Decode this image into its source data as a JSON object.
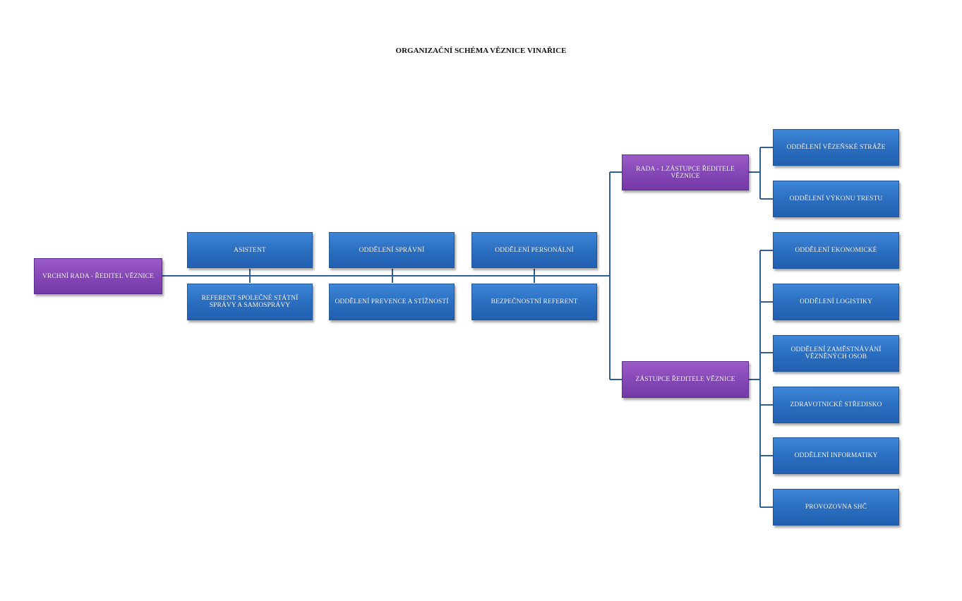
{
  "title": "ORGANIZAČNÍ SCHÉMA VĚZNICE VINAŘICE",
  "colors": {
    "line": "#2f5f96",
    "blue_box": "#2b6fc0",
    "purple_box": "#8548b6"
  },
  "nodes": {
    "director": "VRCHNÍ RADA - ŘEDITEL VĚZNICE",
    "asistent": "ASISTENT",
    "referent_spolecne": "REFERENT SPOLEČNÉ STÁTNÍ SPRÁVY A SAMOSPRÁVY",
    "oddeleni_spravni": "ODDĚLENÍ SPRÁVNÍ",
    "oddeleni_prevence": "ODDĚLENÍ PREVENCE A STÍŽNOSTÍ",
    "oddeleni_personalni": "ODDĚLENÍ PERSONÁLNÍ",
    "bezpecnostni_referent": "BEZPEČNOSTNÍ REFERENT",
    "first_deputy": "RADA - 1.ZÁSTUPCE ŘEDITELE VĚZNICE",
    "oddeleni_straze": "ODDĚLENÍ VĚZEŇSKÉ STRÁŽE",
    "oddeleni_vykonu": "ODDĚLENÍ VÝKONU TRESTU",
    "deputy": "ZÁSTUPCE ŘEDITELE VĚZNICE",
    "oddeleni_ekonomicke": "ODDĚLENÍ EKONOMICKÉ",
    "oddeleni_logistiky": "ODDĚLENÍ LOGISTIKY",
    "oddeleni_zamestnavani": "ODDĚLENÍ ZAMĚSTNÁVÁNÍ VĚZNĚNÝCH OSOB",
    "zdravotnicke_stredisko": "ZDRAVOTNICKÉ STŘEDISKO",
    "oddeleni_informatiky": "ODDĚLENÍ INFORMATIKY",
    "provozovna_shc": "PROVOZOVNA SHČ"
  }
}
